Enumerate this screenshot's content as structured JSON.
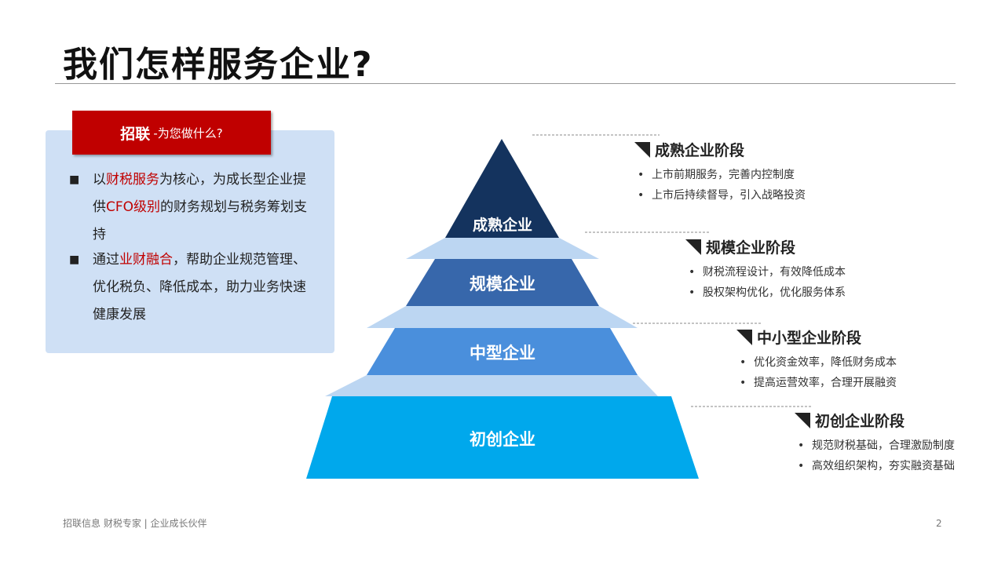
{
  "title": "我们怎样服务企业?",
  "intro": {
    "head_strong": "招联",
    "head_sub": "-为您做什么?",
    "bullet_mark": "■",
    "bullets": [
      {
        "pre": "以",
        "hl": "财税服务",
        "post": "为核心，为成长型企业提供",
        "hl2": "CFO级别",
        "post2": "的财务规划与税务筹划支持"
      },
      {
        "pre": "通过",
        "hl": "业财融合",
        "post": "，帮助企业规范管理、优化税负、降低成本，助力业务快速健康发展"
      }
    ]
  },
  "pyramid": {
    "levels": [
      "成熟企业",
      "规模企业",
      "中型企业",
      "初创企业"
    ],
    "colors": [
      "#14335e",
      "#3767ab",
      "#4a8fdc",
      "#00a8ec"
    ],
    "band_color": "#bcd6f2"
  },
  "stages": [
    {
      "title": "成熟企业阶段",
      "items": [
        "上市前期服务，完善内控制度",
        "上市后持续督导，引入战略投资"
      ]
    },
    {
      "title": "规模企业阶段",
      "items": [
        "财税流程设计，有效降低成本",
        "股权架构优化，优化服务体系"
      ]
    },
    {
      "title": "中小型企业阶段",
      "items": [
        "优化资金效率，降低财务成本",
        "提高运营效率，合理开展融资"
      ]
    },
    {
      "title": "初创企业阶段",
      "items": [
        "规范财税基础，合理激励制度",
        "高效组织架构，夯实融资基础"
      ]
    }
  ],
  "footer": "招联信息 财税专家 | 企业成长伙伴",
  "page_number": "2"
}
